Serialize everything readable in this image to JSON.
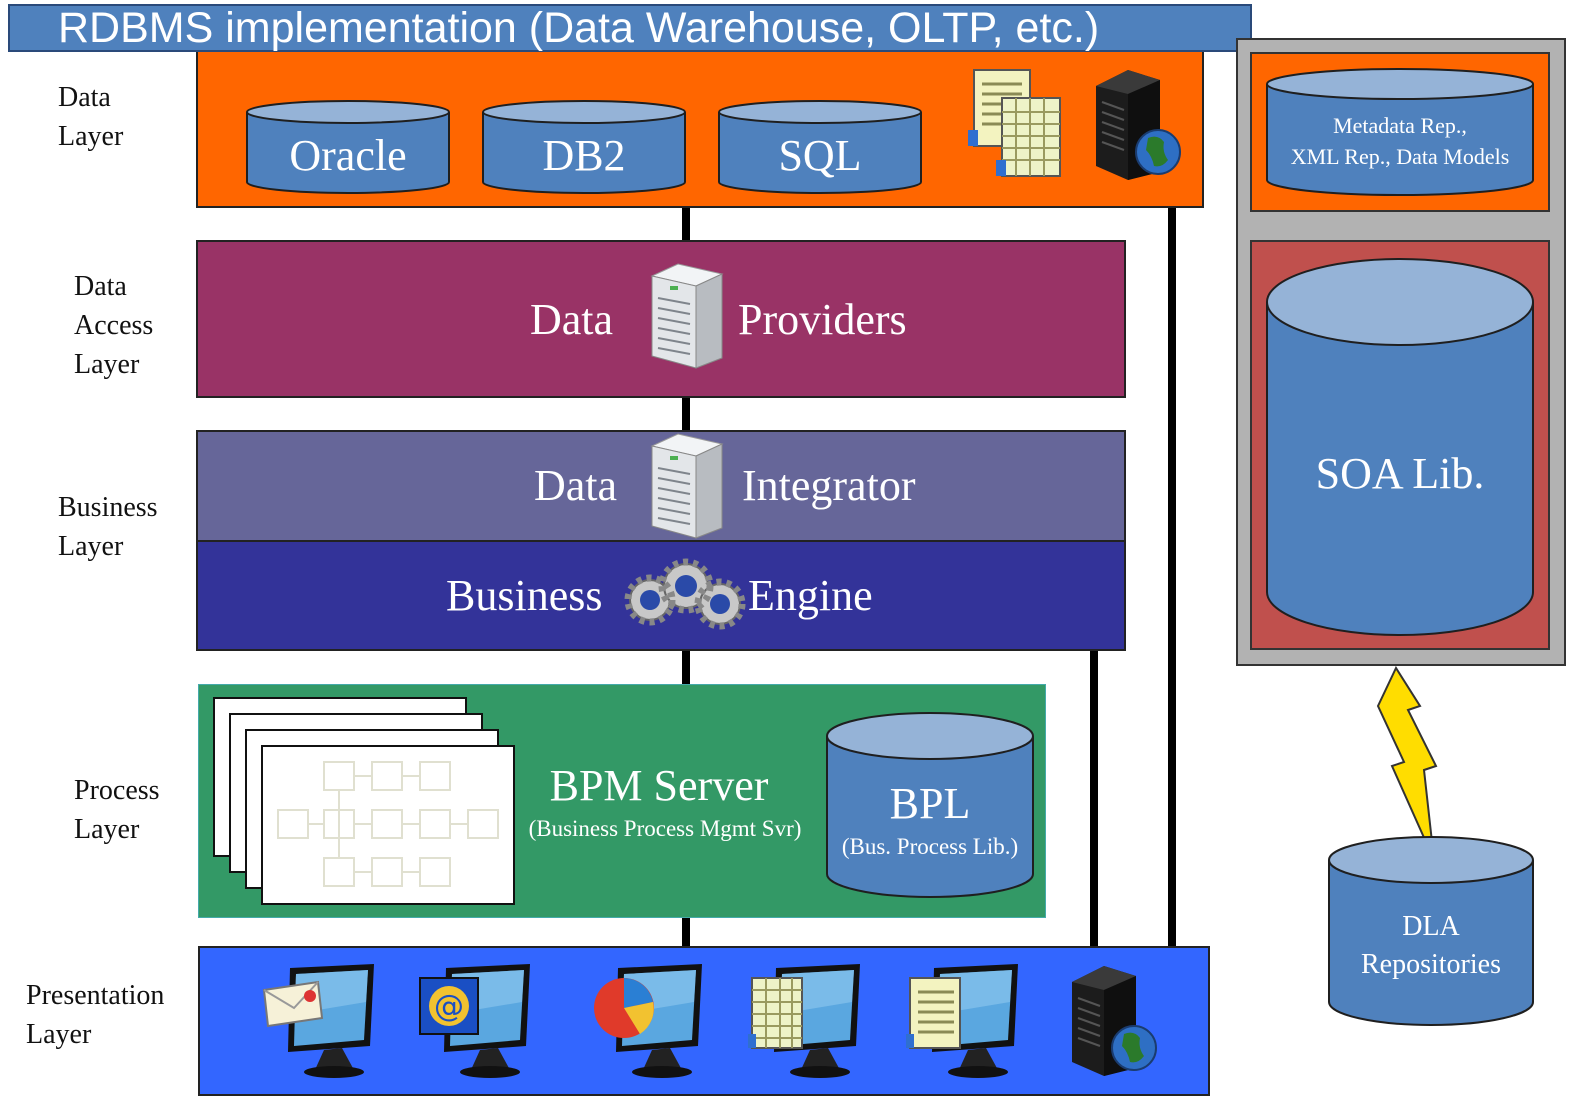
{
  "title": "RDBMS implementation (Data Warehouse, OLTP, etc.)",
  "colors": {
    "title_bar": "#4f81bd",
    "data_layer": "#ff6600",
    "data_access": "#993366",
    "integrator": "#666699",
    "engine": "#333399",
    "process": "#339966",
    "presentation": "#3366ff",
    "cylinder_body": "#4f81bd",
    "cylinder_top": "#95b3d7",
    "side_panel": "#b2b2b2",
    "soa_panel": "#c0504d",
    "bolt": "#ffdd00"
  },
  "layers": {
    "data": "Data\nLayer",
    "data_access": "Data\nAccess\nLayer",
    "business": "Business\nLayer",
    "process": "Process\nLayer",
    "presentation": "Presentation\nLayer"
  },
  "data_layer": {
    "databases": [
      "Oracle",
      "DB2",
      "SQL"
    ],
    "icons": [
      "documents-icon",
      "server-globe-icon"
    ]
  },
  "data_access": {
    "left": "Data",
    "right": "Providers",
    "icon": "server-icon"
  },
  "business": {
    "integrator_left": "Data",
    "integrator_right": "Integrator",
    "engine_left": "Business",
    "engine_right": "Engine",
    "integrator_icon": "server-icon",
    "engine_icon": "gears-icon"
  },
  "process": {
    "server_title": "BPM Server",
    "server_subtitle": "(Business Process Mgmt Svr)",
    "library_title": "BPL",
    "library_subtitle": "(Bus. Process Lib.)",
    "icon": "process-diagram-pages-icon"
  },
  "presentation": {
    "icons": [
      "monitor-email-icon",
      "monitor-at-icon",
      "monitor-pie-chart-icon",
      "monitor-spreadsheet-icon",
      "monitor-document-icon",
      "server-globe-icon"
    ]
  },
  "side": {
    "metadata": "Metadata Rep.,\nXML Rep., Data Models",
    "soa": "SOA Lib.",
    "dla": "DLA\nRepositories"
  }
}
